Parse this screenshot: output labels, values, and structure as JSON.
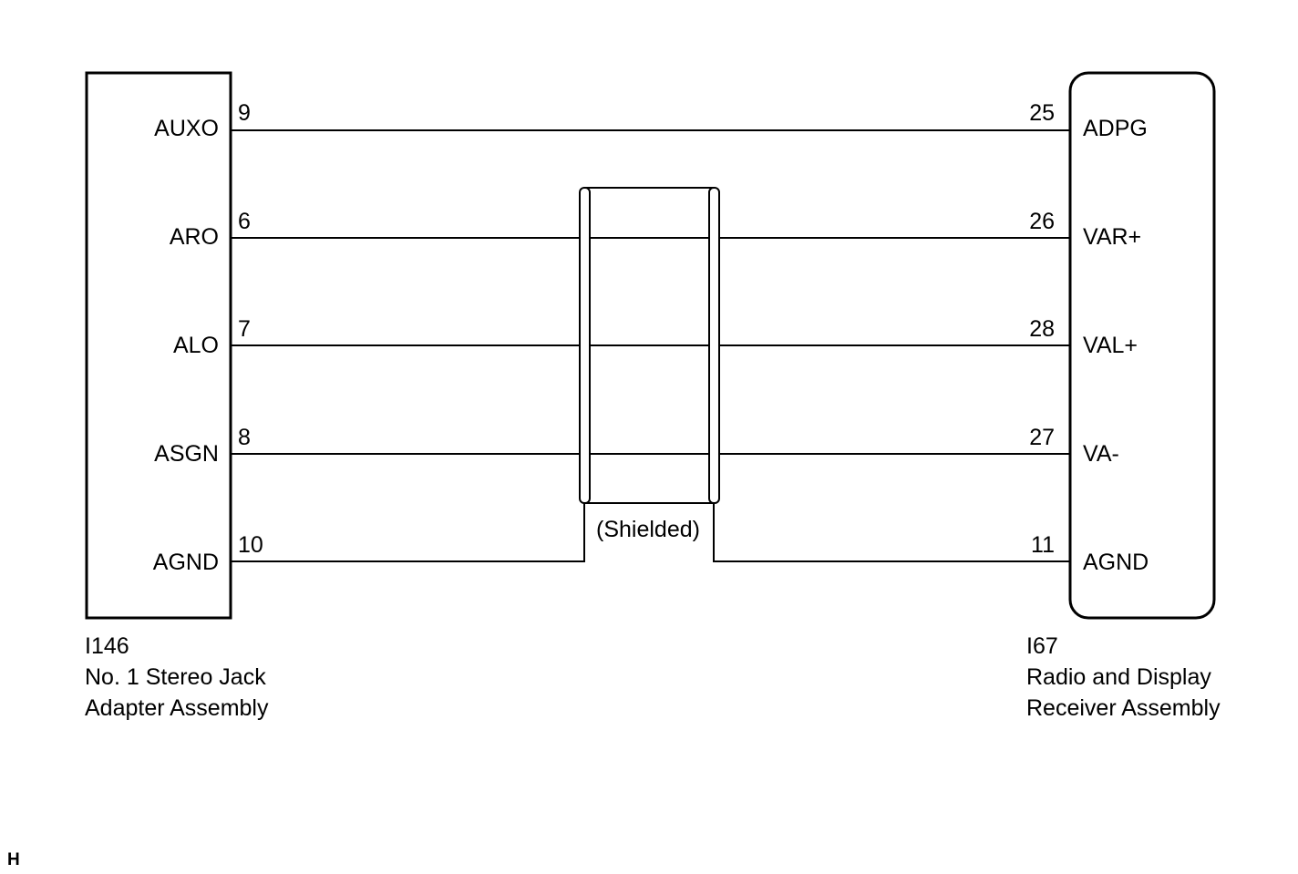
{
  "left_component": {
    "code": "I146",
    "name_line1": "No. 1 Stereo Jack",
    "name_line2": "Adapter Assembly"
  },
  "right_component": {
    "code": "I67",
    "name_line1": "Radio and Display",
    "name_line2": "Receiver Assembly"
  },
  "connections": [
    {
      "left_signal": "AUXO",
      "left_pin": "9",
      "right_pin": "25",
      "right_signal": "ADPG"
    },
    {
      "left_signal": "ARO",
      "left_pin": "6",
      "right_pin": "26",
      "right_signal": "VAR+"
    },
    {
      "left_signal": "ALO",
      "left_pin": "7",
      "right_pin": "28",
      "right_signal": "VAL+"
    },
    {
      "left_signal": "ASGN",
      "left_pin": "8",
      "right_pin": "27",
      "right_signal": "VA-"
    },
    {
      "left_signal": "AGND",
      "left_pin": "10",
      "right_pin": "11",
      "right_signal": "AGND"
    }
  ],
  "shield_label": "(Shielded)",
  "corner_mark": "H"
}
